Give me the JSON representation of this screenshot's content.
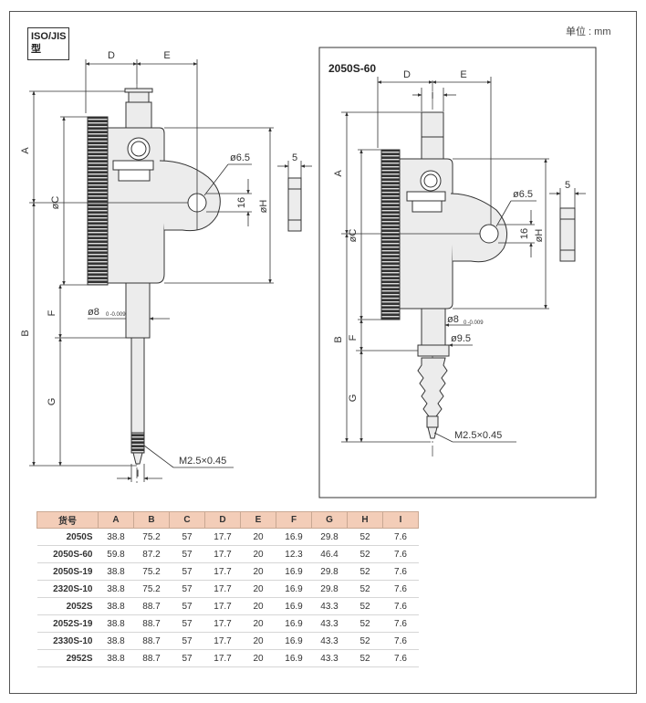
{
  "unit_label": "单位 : mm",
  "badge": {
    "line1": "ISO/JIS",
    "line2": "型"
  },
  "left_view": {
    "dims": {
      "A": "A",
      "B": "B",
      "C": "øC",
      "D": "D",
      "E": "E",
      "F": "F",
      "G": "G",
      "H": "øH",
      "I": "I"
    },
    "hole": "ø6.5",
    "hole_spacing": "16",
    "thickness": "5",
    "stem": "ø8",
    "stem_tol": "0 -0.009",
    "thread": "M2.5×0.45"
  },
  "right_view": {
    "title": "2050S-60",
    "dims": {
      "A": "A",
      "B": "B",
      "C": "øC",
      "D": "D",
      "E": "E",
      "F": "F",
      "G": "G",
      "H": "øH",
      "I": "I"
    },
    "hole": "ø6.5",
    "hole_spacing": "16",
    "thickness": "5",
    "stem": "ø8",
    "stem_tol": "0 -0.009",
    "spindle": "ø9.5",
    "thread": "M2.5×0.45"
  },
  "table": {
    "headers": [
      "货号",
      "A",
      "B",
      "C",
      "D",
      "E",
      "F",
      "G",
      "H",
      "I"
    ],
    "rows": [
      [
        "2050S",
        "38.8",
        "75.2",
        "57",
        "17.7",
        "20",
        "16.9",
        "29.8",
        "52",
        "7.6"
      ],
      [
        "2050S-60",
        "59.8",
        "87.2",
        "57",
        "17.7",
        "20",
        "12.3",
        "46.4",
        "52",
        "7.6"
      ],
      [
        "2050S-19",
        "38.8",
        "75.2",
        "57",
        "17.7",
        "20",
        "16.9",
        "29.8",
        "52",
        "7.6"
      ],
      [
        "2320S-10",
        "38.8",
        "75.2",
        "57",
        "17.7",
        "20",
        "16.9",
        "29.8",
        "52",
        "7.6"
      ],
      [
        "2052S",
        "38.8",
        "88.7",
        "57",
        "17.7",
        "20",
        "16.9",
        "43.3",
        "52",
        "7.6"
      ],
      [
        "2052S-19",
        "38.8",
        "88.7",
        "57",
        "17.7",
        "20",
        "16.9",
        "43.3",
        "52",
        "7.6"
      ],
      [
        "2330S-10",
        "38.8",
        "88.7",
        "57",
        "17.7",
        "20",
        "16.9",
        "43.3",
        "52",
        "7.6"
      ],
      [
        "2952S",
        "38.8",
        "88.7",
        "57",
        "17.7",
        "20",
        "16.9",
        "43.3",
        "52",
        "7.6"
      ]
    ]
  },
  "colors": {
    "table_header": "#f3cdb8",
    "body_fill": "#ececec",
    "line": "#333333"
  }
}
